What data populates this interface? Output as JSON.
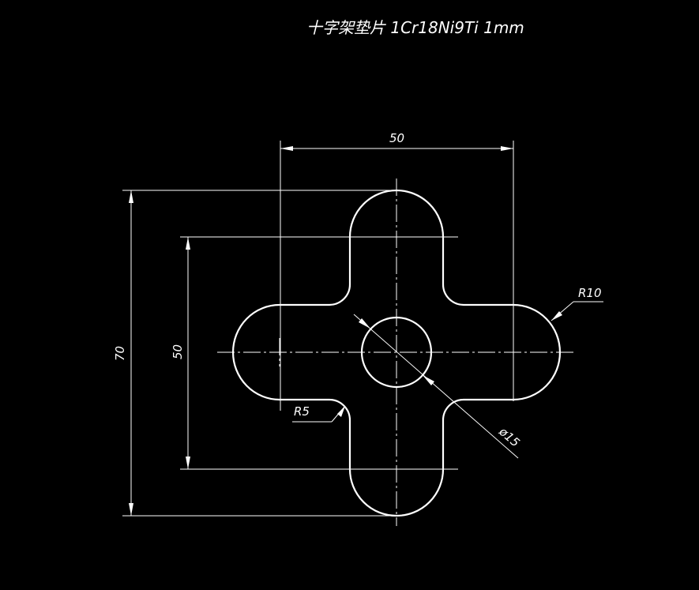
{
  "drawing": {
    "title": "十字架垫片 1Cr18Ni9Ti  1mm",
    "colors": {
      "background": "#000000",
      "line": "#ffffff"
    },
    "dimensions": {
      "top_width": "50",
      "left_outer_height": "70",
      "left_inner_height": "50",
      "large_radius": "R10",
      "fillet_radius": "R5",
      "hole_diameter": "ø15"
    }
  }
}
